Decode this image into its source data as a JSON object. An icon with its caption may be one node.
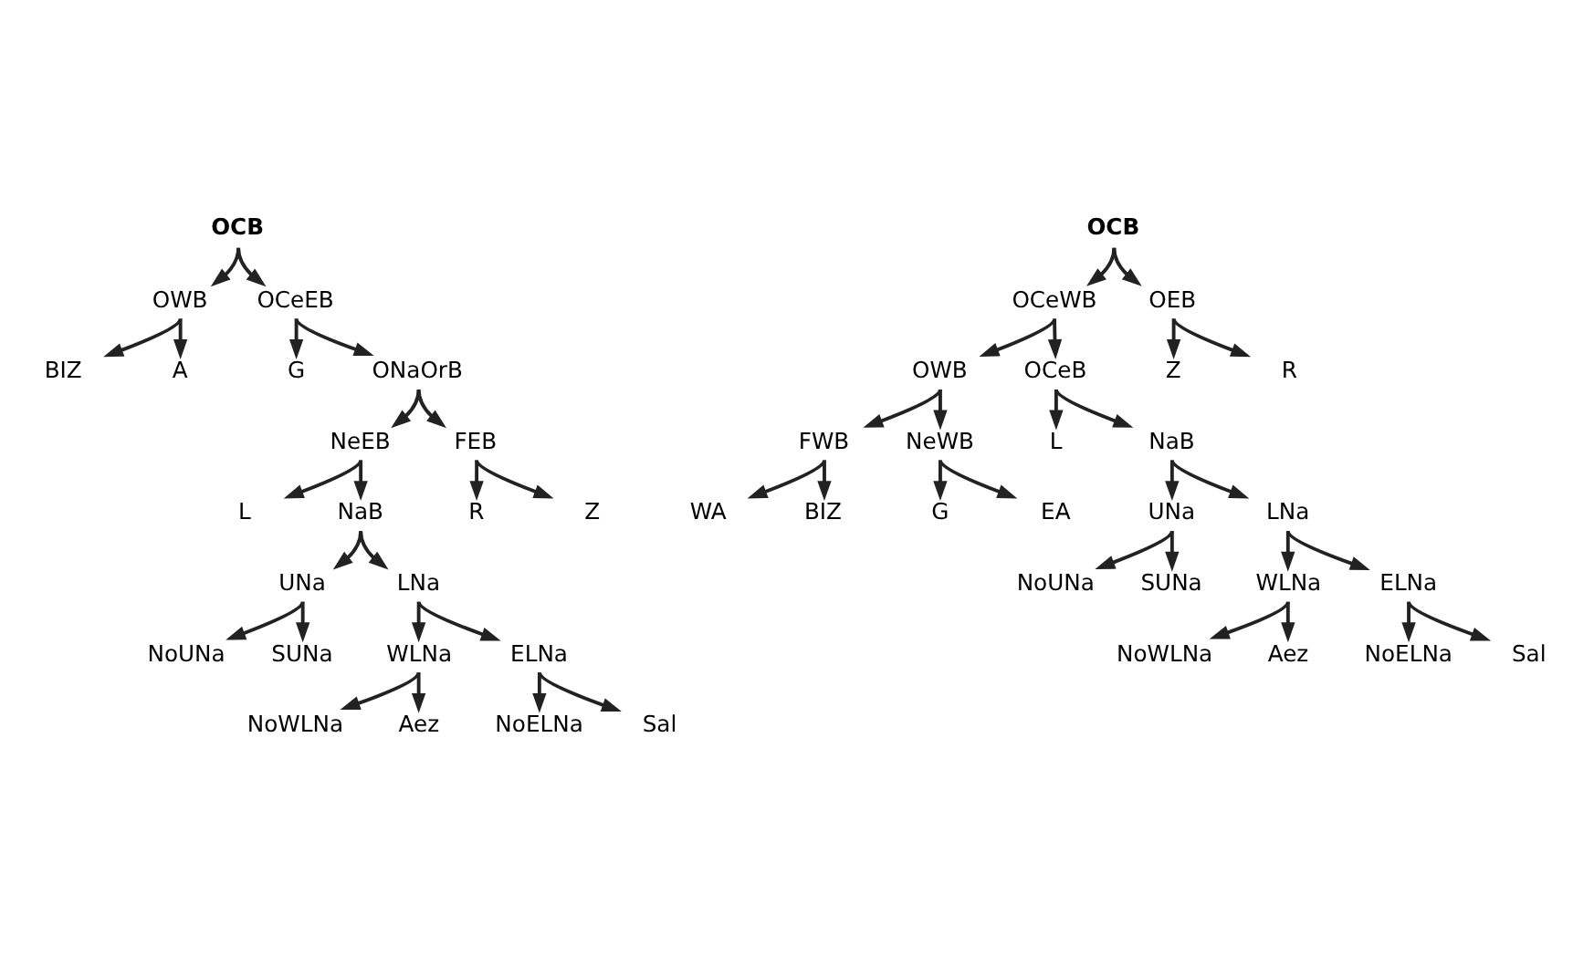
{
  "diagram": {
    "nodes": [
      {
        "text": [
          "OCB"
        ]
      },
      {
        "text": [
          "OWB"
        ]
      },
      {
        "text": [
          "OCeEB"
        ]
      },
      {
        "text": [
          "BIZ"
        ]
      },
      {
        "text": [
          "A"
        ]
      },
      {
        "text": [
          "G"
        ]
      },
      {
        "text": [
          "ONaOrB"
        ]
      },
      {
        "text": [
          "NeEB"
        ]
      },
      {
        "text": [
          "FEB"
        ]
      },
      {
        "text": [
          "L"
        ]
      },
      {
        "text": [
          "NaB"
        ]
      },
      {
        "text": [
          "R"
        ]
      },
      {
        "text": [
          "Z"
        ]
      },
      {
        "text": [
          "UNa"
        ]
      },
      {
        "text": [
          "LNa"
        ]
      },
      {
        "text": [
          "NoUNa"
        ]
      },
      {
        "text": [
          "SUNa"
        ]
      },
      {
        "text": [
          "WLNa"
        ]
      },
      {
        "text": [
          "ELNa"
        ]
      },
      {
        "text": [
          "NoWLNa"
        ]
      },
      {
        "text": [
          "Aez"
        ]
      },
      {
        "text": [
          "NoELNa"
        ]
      },
      {
        "text": [
          "Sal"
        ]
      },
      {
        "text": [
          "OCB"
        ]
      },
      {
        "text": [
          "OCeWB"
        ]
      },
      {
        "text": [
          "OEB"
        ]
      },
      {
        "text": [
          "OWB"
        ]
      },
      {
        "text": [
          "OCeB"
        ]
      },
      {
        "text": [
          "Z"
        ]
      },
      {
        "text": [
          "R"
        ]
      },
      {
        "text": [
          "FWB"
        ]
      },
      {
        "text": [
          "NeWB"
        ]
      },
      {
        "text": [
          "L"
        ]
      },
      {
        "text": [
          "NaB"
        ]
      },
      {
        "text": [
          "WA"
        ]
      },
      {
        "text": [
          "BIZ"
        ]
      },
      {
        "text": [
          "G"
        ]
      },
      {
        "text": [
          "EA"
        ]
      },
      {
        "text": [
          "UNa"
        ]
      },
      {
        "text": [
          "LNa"
        ]
      },
      {
        "text": [
          "NoUNa"
        ]
      },
      {
        "text": [
          "SUNa"
        ]
      },
      {
        "text": [
          "WLNa"
        ]
      },
      {
        "text": [
          "ELNa"
        ]
      },
      {
        "text": [
          "NoWLNa"
        ]
      },
      {
        "text": [
          "Aez"
        ]
      },
      {
        "text": [
          "NoELNa"
        ]
      },
      {
        "text": [
          "Sal"
        ]
      }
    ],
    "edges": [
      {
        "from": 0,
        "to": 1,
        "arrow": "to"
      },
      {
        "from": 0,
        "to": 2,
        "arrow": "to"
      },
      {
        "from": 1,
        "to": 3,
        "arrow": "to"
      },
      {
        "from": 1,
        "to": 4,
        "arrow": "to"
      },
      {
        "from": 2,
        "to": 5,
        "arrow": "to"
      },
      {
        "from": 2,
        "to": 6,
        "arrow": "to"
      },
      {
        "from": 6,
        "to": 7,
        "arrow": "to"
      },
      {
        "from": 6,
        "to": 8,
        "arrow": "to"
      },
      {
        "from": 7,
        "to": 9,
        "arrow": "to"
      },
      {
        "from": 7,
        "to": 10,
        "arrow": "to"
      },
      {
        "from": 8,
        "to": 11,
        "arrow": "to"
      },
      {
        "from": 8,
        "to": 12,
        "arrow": "to"
      },
      {
        "from": 10,
        "to": 13,
        "arrow": "to"
      },
      {
        "from": 10,
        "to": 14,
        "arrow": "to"
      },
      {
        "from": 13,
        "to": 15,
        "arrow": "to"
      },
      {
        "from": 13,
        "to": 16,
        "arrow": "to"
      },
      {
        "from": 14,
        "to": 17,
        "arrow": "to"
      },
      {
        "from": 14,
        "to": 18,
        "arrow": "to"
      },
      {
        "from": 17,
        "to": 19,
        "arrow": "to"
      },
      {
        "from": 17,
        "to": 20,
        "arrow": "to"
      },
      {
        "from": 18,
        "to": 21,
        "arrow": "to"
      },
      {
        "from": 18,
        "to": 22,
        "arrow": "to"
      },
      {
        "from": 23,
        "to": 24,
        "arrow": "to"
      },
      {
        "from": 23,
        "to": 25,
        "arrow": "to"
      },
      {
        "from": 24,
        "to": 26,
        "arrow": "to"
      },
      {
        "from": 24,
        "to": 27,
        "arrow": "to"
      },
      {
        "from": 25,
        "to": 28,
        "arrow": "to"
      },
      {
        "from": 25,
        "to": 29,
        "arrow": "to"
      },
      {
        "from": 26,
        "to": 30,
        "arrow": "to"
      },
      {
        "from": 26,
        "to": 31,
        "arrow": "to"
      },
      {
        "from": 27,
        "to": 32,
        "arrow": "to"
      },
      {
        "from": 27,
        "to": 33,
        "arrow": "to"
      },
      {
        "from": 30,
        "to": 34,
        "arrow": "to"
      },
      {
        "from": 30,
        "to": 35,
        "arrow": "to"
      },
      {
        "from": 31,
        "to": 36,
        "arrow": "to"
      },
      {
        "from": 31,
        "to": 37,
        "arrow": "to"
      },
      {
        "from": 33,
        "to": 38,
        "arrow": "to"
      },
      {
        "from": 33,
        "to": 39,
        "arrow": "to"
      },
      {
        "from": 38,
        "to": 40,
        "arrow": "to"
      },
      {
        "from": 38,
        "to": 41,
        "arrow": "to"
      },
      {
        "from": 39,
        "to": 42,
        "arrow": "to"
      },
      {
        "from": 39,
        "to": 43,
        "arrow": "to"
      },
      {
        "from": 42,
        "to": 44,
        "arrow": "to"
      },
      {
        "from": 42,
        "to": 45,
        "arrow": "to"
      },
      {
        "from": 43,
        "to": 46,
        "arrow": "to"
      },
      {
        "from": 43,
        "to": 47,
        "arrow": "to"
      }
    ]
  }
}
